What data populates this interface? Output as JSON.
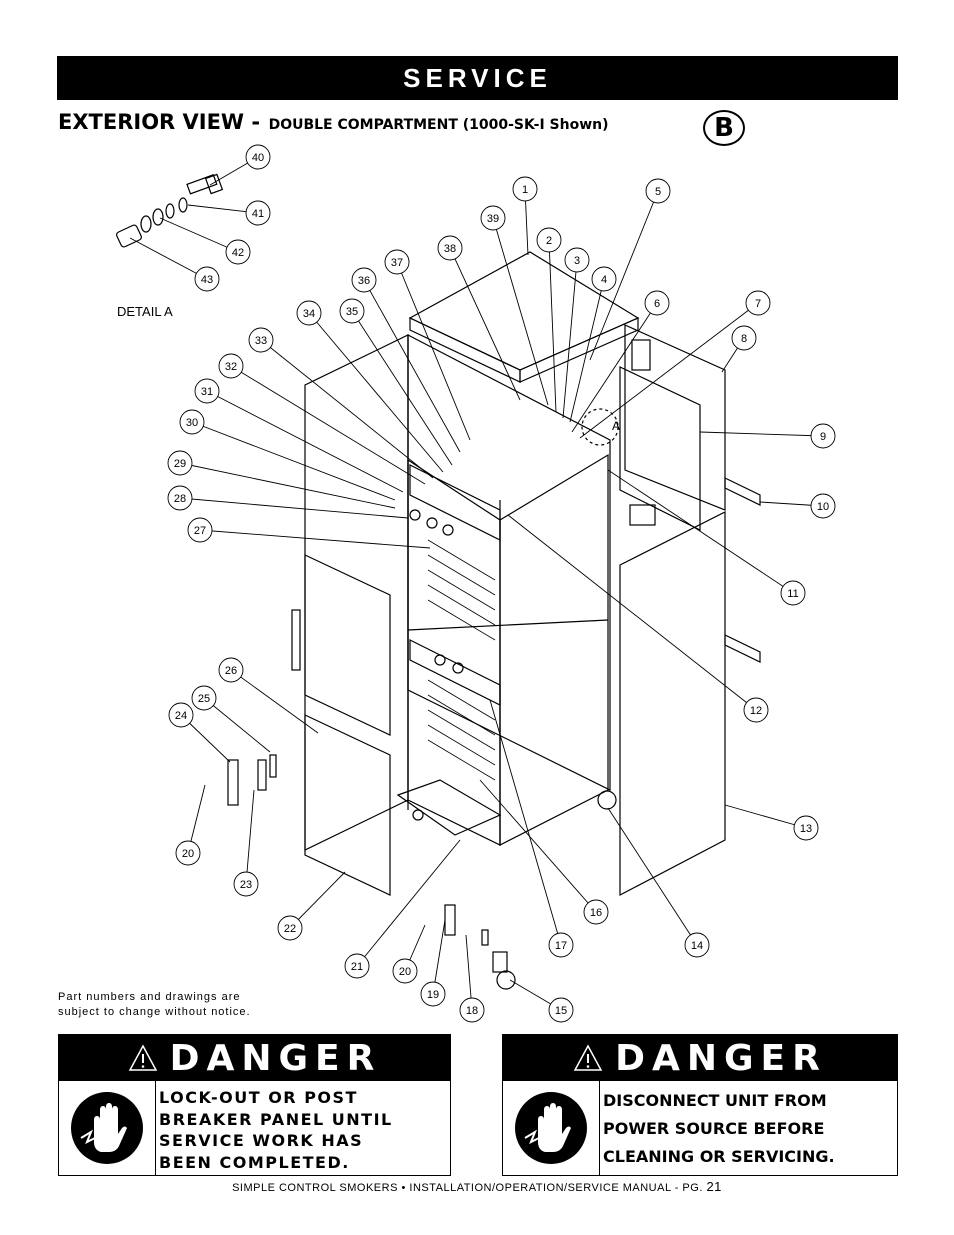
{
  "banner": {
    "title": "SERVICE"
  },
  "heading": {
    "main": "EXTERIOR VIEW -",
    "sub": "DOUBLE COMPARTMENT (1000-SK-I Shown)",
    "badge": "B"
  },
  "diagram": {
    "detail_label": "DETAIL A",
    "detail_marker": "A",
    "callouts": [
      {
        "id": "c40",
        "label": "40"
      },
      {
        "id": "c41",
        "label": "41"
      },
      {
        "id": "c42",
        "label": "42"
      },
      {
        "id": "c43",
        "label": "43"
      },
      {
        "id": "c1",
        "label": "1"
      },
      {
        "id": "c5",
        "label": "5"
      },
      {
        "id": "c39",
        "label": "39"
      },
      {
        "id": "c2",
        "label": "2"
      },
      {
        "id": "c38",
        "label": "38"
      },
      {
        "id": "c3",
        "label": "3"
      },
      {
        "id": "c37",
        "label": "37"
      },
      {
        "id": "c4",
        "label": "4"
      },
      {
        "id": "c36",
        "label": "36"
      },
      {
        "id": "c6",
        "label": "6"
      },
      {
        "id": "c7",
        "label": "7"
      },
      {
        "id": "c34",
        "label": "34"
      },
      {
        "id": "c35",
        "label": "35"
      },
      {
        "id": "c8",
        "label": "8"
      },
      {
        "id": "c33",
        "label": "33"
      },
      {
        "id": "c32",
        "label": "32"
      },
      {
        "id": "c31",
        "label": "31"
      },
      {
        "id": "c30",
        "label": "30"
      },
      {
        "id": "c9",
        "label": "9"
      },
      {
        "id": "c29",
        "label": "29"
      },
      {
        "id": "c28",
        "label": "28"
      },
      {
        "id": "c10",
        "label": "10"
      },
      {
        "id": "c27",
        "label": "27"
      },
      {
        "id": "c11",
        "label": "11"
      },
      {
        "id": "c26",
        "label": "26"
      },
      {
        "id": "c25",
        "label": "25"
      },
      {
        "id": "c24",
        "label": "24"
      },
      {
        "id": "c12",
        "label": "12"
      },
      {
        "id": "c13",
        "label": "13"
      },
      {
        "id": "c20a",
        "label": "20"
      },
      {
        "id": "c23",
        "label": "23"
      },
      {
        "id": "c16",
        "label": "16"
      },
      {
        "id": "c22",
        "label": "22"
      },
      {
        "id": "c17",
        "label": "17"
      },
      {
        "id": "c14",
        "label": "14"
      },
      {
        "id": "c21",
        "label": "21"
      },
      {
        "id": "c20b",
        "label": "20"
      },
      {
        "id": "c19",
        "label": "19"
      },
      {
        "id": "c18",
        "label": "18"
      },
      {
        "id": "c15",
        "label": "15"
      }
    ]
  },
  "notice": {
    "line1": "Part numbers and drawings are",
    "line2": "subject to change without notice."
  },
  "danger_left": {
    "title": "DANGER",
    "lines": [
      "LOCK-OUT OR POST",
      "BREAKER PANEL UNTIL",
      "SERVICE WORK HAS",
      "BEEN COMPLETED."
    ]
  },
  "danger_right": {
    "title": "DANGER",
    "lines": [
      "DISCONNECT UNIT FROM",
      "POWER SOURCE BEFORE",
      "CLEANING OR SERVICING."
    ]
  },
  "footer": {
    "text": "SIMPLE CONTROL SMOKERS • INSTALLATION/OPERATION/SERVICE MANUAL - PG.",
    "page": "21"
  }
}
